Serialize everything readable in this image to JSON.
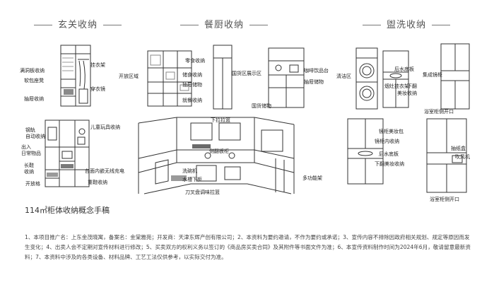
{
  "sections": {
    "entry": "玄关收纳",
    "kitchen": "餐厨收纳",
    "bath": "盥洗收纳"
  },
  "labels": {
    "entry_top": {
      "left1": "满洞板收纳",
      "left2": "软包座凳",
      "left3": "抽屉收纳",
      "right1": "挂衣架",
      "right2": "穿衣镜"
    },
    "entry_bottom": {
      "left1": "钢轨",
      "left1b": "自动收纳",
      "left2": "出入",
      "left2b": "日常物品",
      "left3": "长鞋",
      "left3b": "收纳",
      "left4": "开放格",
      "right1": "儿童玩具收纳",
      "right2": "台面内嵌无线充电",
      "right3": "重鞋收纳"
    },
    "kitchen_left": {
      "l1": "开放区域",
      "r1": "零食收纳",
      "r2": "储食收纳",
      "r3": "抽屉储物",
      "r4": "就餐收纳"
    },
    "kitchen_right": {
      "l1": "国货区展示区",
      "r1": "咖啡饮品台",
      "r2": "抽屉储物",
      "r3": "国货储物"
    },
    "kitchen_main": {
      "a1": "下拉拉篮",
      "a2": "侧翻板柜",
      "a3": "洗碗机",
      "a4": "水槽下柜",
      "a5": "刀叉盘调味拉篮",
      "a6": "多功能架"
    },
    "bath_left": {
      "l1": "清洁区",
      "r1": "后水底板",
      "r2": "烟灶挂衣架",
      "r3": "下翻",
      "r4": "美妆收纳"
    },
    "bath_right": {
      "r1": "集成镜柜",
      "r2": "浴室柜侧开口"
    },
    "bath_bottom": {
      "l1": "镜柜美妆包",
      "l2": "镜柜内收纳",
      "l3": "后水底板",
      "l4": "下翻美妆收纳",
      "r1": "抽纸盒",
      "r2": "吹风机",
      "r3": "浴室柜侧开口"
    }
  },
  "caption": "114㎡柜体收纳概念手稿",
  "disclaimer": "1、本项目推广名：上东金茂晓寓，备案名：金棠雅苑；开发商：天津东辉产创有限公司；2、本资料为要约邀请，不作为要约或承诺；3、宣传内容不排除因政府相关规划、规定等原因而发生变化；4、出卖人会不定期对宣传材料进行修改；5、买卖双方的权利义务以签订的《商品房买卖合同》及其附件等书面文件为准；6、本宣传资料制作时间为2024年6月，敬请留意最新资料；7、本资料中涉及的各类设备、材料品牌、工艺工法仅供参考，以实际交付为准。"
}
